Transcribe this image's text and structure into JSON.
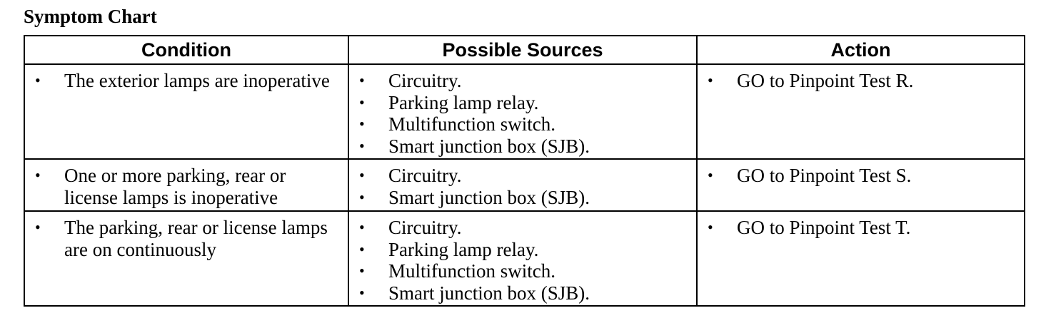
{
  "title": "Symptom Chart",
  "columns": [
    "Condition",
    "Possible Sources",
    "Action"
  ],
  "rows": [
    {
      "condition": "The exterior lamps are inoperative",
      "sources": [
        "Circuitry.",
        "Parking lamp relay.",
        "Multifunction switch.",
        "Smart junction box (SJB)."
      ],
      "action": "GO to Pinpoint Test R."
    },
    {
      "condition": "One or more parking, rear or license lamps is inoperative",
      "sources": [
        "Circuitry.",
        "Smart junction box (SJB)."
      ],
      "action": "GO to Pinpoint Test S."
    },
    {
      "condition": "The parking, rear or license lamps are on continuously",
      "sources": [
        "Circuitry.",
        "Parking lamp relay.",
        "Multifunction switch.",
        "Smart junction box (SJB)."
      ],
      "action": "GO to Pinpoint Test T."
    }
  ]
}
